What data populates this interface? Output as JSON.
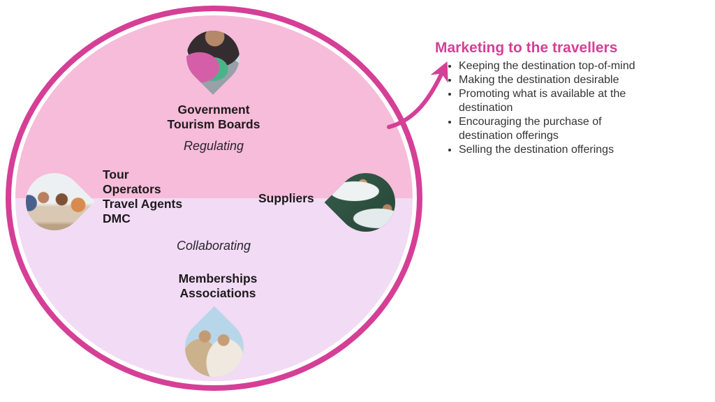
{
  "circle": {
    "top": {
      "label": "Government\nTourism Boards",
      "role": "Regulating"
    },
    "left": {
      "label": "Tour\nOperators\nTravel Agents\nDMC"
    },
    "right": {
      "label": "Suppliers"
    },
    "bottom": {
      "role": "Collaborating",
      "label": "Memberships\nAssociations"
    }
  },
  "photos": {
    "top": "tourism-board-officer-photo",
    "left": "travel-agency-meeting-photo",
    "right": "paddleboard-suppliers-photo",
    "bottom": "travelling-family-photo"
  },
  "panel": {
    "title": "Marketing to the travellers",
    "bullets": [
      "Keeping the destination top-of-mind",
      "Making the destination desirable",
      "Promoting what is available at the destination",
      "Encouraging the purchase of destination offerings",
      "Selling the destination offerings"
    ]
  },
  "colors": {
    "accent": "#d53f96",
    "circle_top_half": "#f6bcd9",
    "circle_bottom_half": "#f2dbf4",
    "title": "#d53f96",
    "text": "#1e1a1d"
  }
}
